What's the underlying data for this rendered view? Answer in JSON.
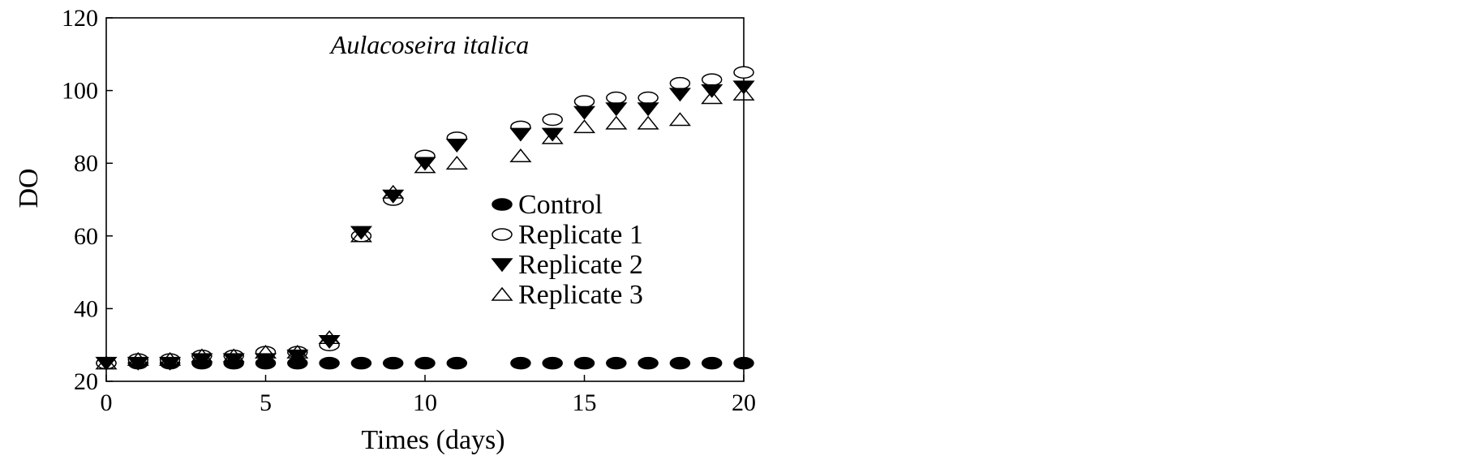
{
  "chart_data": {
    "type": "scatter",
    "title": "Aulacoseira italica",
    "xlabel": "Times (days)",
    "ylabel": "DO",
    "xlim": [
      0,
      20
    ],
    "ylim": [
      20,
      120
    ],
    "xticks": [
      0,
      5,
      10,
      15,
      20
    ],
    "yticks": [
      20,
      40,
      60,
      80,
      100,
      120
    ],
    "grid": false,
    "legend_position": "center-right",
    "series": [
      {
        "name": "Control",
        "marker": "filled-ellipse",
        "x": [
          0,
          1,
          2,
          3,
          4,
          5,
          6,
          7,
          8,
          9,
          10,
          11,
          13,
          14,
          15,
          16,
          17,
          18,
          19,
          20
        ],
        "y": [
          25,
          25,
          25,
          25,
          25,
          25,
          25,
          25,
          25,
          25,
          25,
          25,
          25,
          25,
          25,
          25,
          25,
          25,
          25,
          25
        ]
      },
      {
        "name": "Replicate 1",
        "marker": "open-ellipse",
        "x": [
          0,
          1,
          2,
          3,
          4,
          5,
          6,
          7,
          8,
          9,
          10,
          11,
          13,
          14,
          15,
          16,
          17,
          18,
          19,
          20
        ],
        "y": [
          25,
          26,
          26,
          27,
          27,
          28,
          28,
          30,
          60,
          70,
          82,
          87,
          90,
          92,
          97,
          98,
          98,
          102,
          103,
          105
        ]
      },
      {
        "name": "Replicate 2",
        "marker": "filled-triangle-down",
        "x": [
          0,
          1,
          2,
          3,
          4,
          5,
          6,
          7,
          8,
          9,
          10,
          11,
          13,
          14,
          15,
          16,
          17,
          18,
          19,
          20
        ],
        "y": [
          25,
          25,
          25,
          26,
          26,
          26,
          27,
          31,
          61,
          71,
          80,
          85,
          88,
          88,
          94,
          95,
          95,
          99,
          100,
          101
        ]
      },
      {
        "name": "Replicate 3",
        "marker": "open-triangle-up",
        "x": [
          0,
          1,
          2,
          3,
          4,
          5,
          6,
          7,
          8,
          9,
          10,
          11,
          13,
          14,
          15,
          16,
          17,
          18,
          19,
          20
        ],
        "y": [
          25,
          26,
          26,
          27,
          27,
          28,
          28,
          32,
          60,
          72,
          79,
          80,
          82,
          87,
          90,
          91,
          91,
          92,
          98,
          99
        ]
      }
    ]
  }
}
